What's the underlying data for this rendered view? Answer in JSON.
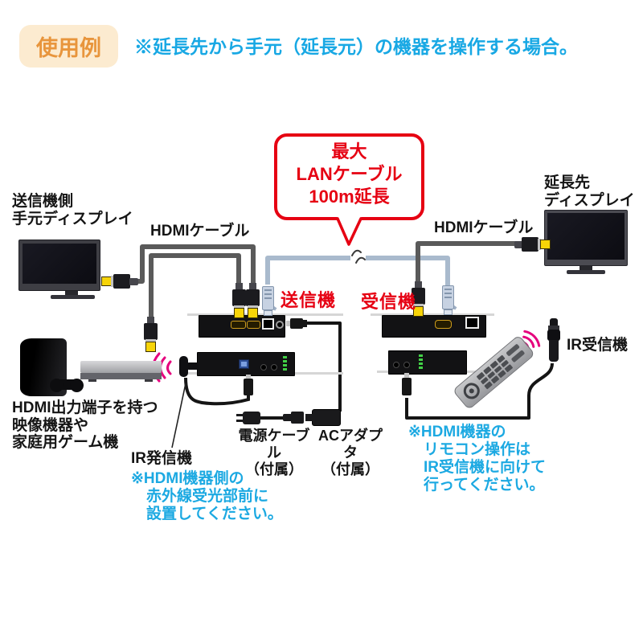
{
  "header": {
    "badge": "使用例",
    "note": "※延長先から手元（延長元）の機器を操作する場合。"
  },
  "bubble": {
    "lines": "最大\nLANケーブル\n100m延長"
  },
  "labels": {
    "source_display": "送信機側\n手元ディスプレイ",
    "hdmi_cable_left": "HDMIケーブル",
    "hdmi_cable_right": "HDMIケーブル",
    "extended_display": "延長先\nディスプレイ",
    "transmitter": "送信機",
    "receiver": "受信機",
    "ir_receiver": "IR受信機",
    "source_devices": "HDMI出力端子を持つ\n映像機器や\n家庭用ゲーム機",
    "ir_emitter": "IR発信機",
    "ir_emitter_note": "※HDMI機器側の\n赤外線受光部前に\n設置してください。",
    "power_cable": "電源ケーブル\n（付属）",
    "ac_adapter": "ACアダプタ\n（付属）",
    "ir_receiver_note": "※HDMI機器の\nリモコン操作は\nIR受信機に向けて\n行ってください。"
  },
  "colors": {
    "accent_red": "#e60012",
    "note_blue": "#1ca9e2",
    "badge_bg": "#fcebd0",
    "badge_text": "#e8953c",
    "ir_wave_pink": "#e5007d",
    "hdmi_tip_yellow": "#f7d408",
    "lan_cable_blue": "#a9bacd",
    "led_green": "#43d147"
  }
}
